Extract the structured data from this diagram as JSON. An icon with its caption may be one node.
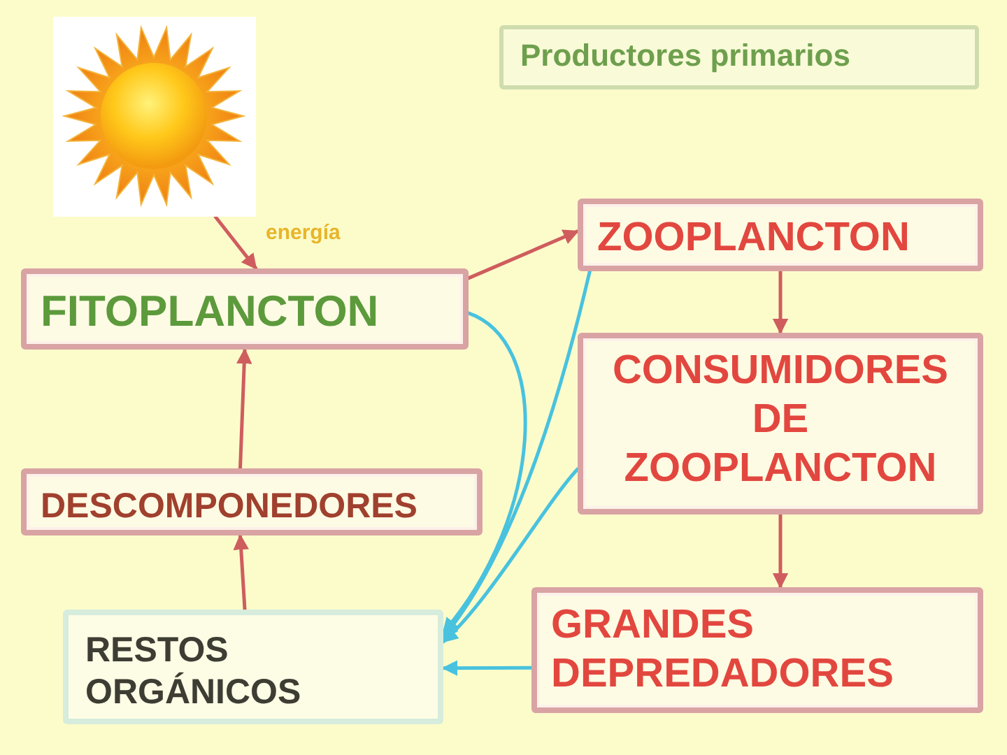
{
  "diagram": {
    "nodes": [
      {
        "text": [],
        "shape": "picture"
      },
      {
        "text": [
          "Productores primarios"
        ]
      },
      {
        "text": [
          "FITOPLANCTON"
        ]
      },
      {
        "text": [
          "ZOOPLANCTON"
        ]
      },
      {
        "text": [
          "CONSUMIDORES DE ZOOPLANCTON"
        ]
      },
      {
        "text": [
          "DESCOMPONEDORES"
        ]
      },
      {
        "text": [
          "GRANDES DEPREDADORES"
        ]
      },
      {
        "text": [
          "RESTOS ORGÁNICOS"
        ]
      }
    ],
    "edges": [
      {
        "from": 0,
        "to": 2,
        "arrow": "to",
        "label": "energía"
      },
      {
        "from": 2,
        "to": 3,
        "arrow": "to"
      },
      {
        "from": 3,
        "to": 4,
        "arrow": "to"
      },
      {
        "from": 4,
        "to": 6,
        "arrow": "to"
      },
      {
        "from": 5,
        "to": 2,
        "arrow": "to"
      },
      {
        "from": 7,
        "to": 5,
        "arrow": "to"
      },
      {
        "from": 2,
        "to": 7,
        "arrow": "to",
        "color": "#48c2de"
      },
      {
        "from": 3,
        "to": 7,
        "arrow": "to",
        "color": "#48c2de"
      },
      {
        "from": 4,
        "to": 7,
        "arrow": "to",
        "color": "#48c2de"
      },
      {
        "from": 6,
        "to": 7,
        "arrow": "to",
        "color": "#48c2de"
      }
    ]
  }
}
